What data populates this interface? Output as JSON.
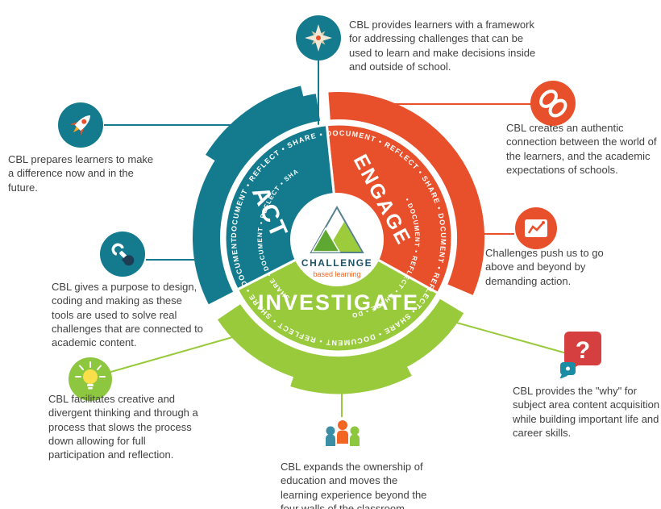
{
  "colors": {
    "teal": "#147a8d",
    "orange": "#e8502c",
    "green": "#99ca3c",
    "red_bubble": "#d63f3f",
    "logo_dark": "#1d5468",
    "logo_orange": "#f26522",
    "body_text": "#414141"
  },
  "wheel": {
    "segments": {
      "act": "ACT",
      "engage": "ENGAGE",
      "investigate": "INVESTIGATE"
    },
    "ring_text": "DOCUMENT • REFLECT • SHARE • DOCUMENT • REFLECT • SHARE • DOCUMENT • REFLECT • SHARE • DOCUMENT • REFLECT • SHARE • DOCUMENT",
    "inner_right": "• DOCUMENT • REFLECT • SHARE • DOCUMENT •",
    "inner_left": "• SHARE • DOCUMENT • REFLECT • SHARE •",
    "logo": {
      "name": "CHALLENGE",
      "tagline": "based learning"
    }
  },
  "icons": {
    "question_mark": "?"
  },
  "callouts": {
    "framework": {
      "text": "CBL provides learners with a framework for addressing challenges that can be used to learn and make decisions inside and outside of school."
    },
    "connection": {
      "text": "CBL creates an authentic connection between the world of the learners,  and the academic expectations of schools."
    },
    "action": {
      "text": "Challenges push us to go above and beyond by demanding action."
    },
    "why": {
      "text": "CBL provides the \"why\" for subject area content acquisition while building important life and career skills."
    },
    "ownership": {
      "text": "CBL expands the ownership of education and moves the learning experience beyond the four walls of the classroom."
    },
    "creativity": {
      "text": "CBL facilitates creative and divergent thinking and through a process that slows the process down allowing for full participation and reflection."
    },
    "purpose": {
      "text": "CBL gives a purpose to design, coding and making as these tools are used to solve real challenges that are connected to academic content."
    },
    "difference": {
      "text": "CBL prepares learners to make a difference now and in the future."
    }
  }
}
